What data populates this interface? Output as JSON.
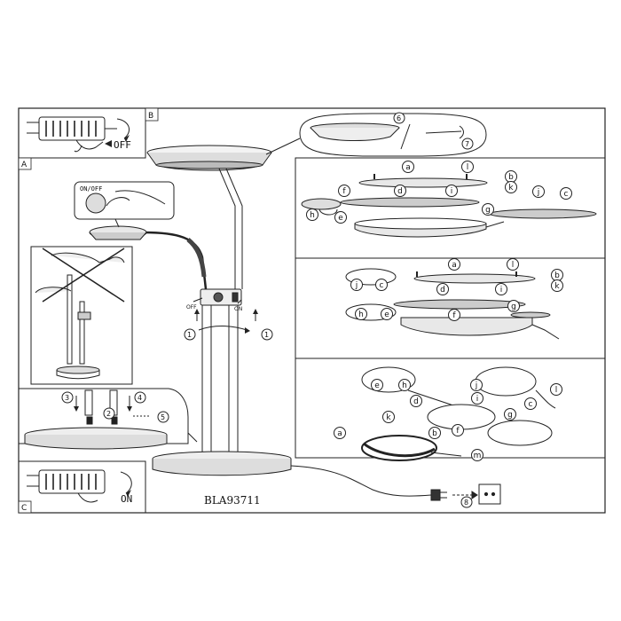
{
  "doc": {
    "model_code": "BLA93711",
    "panel_markers": {
      "top_left": "A",
      "top_right": "B",
      "bottom_left": "C"
    }
  },
  "switch_labels": {
    "off_small": "OFF",
    "on_small": "ON",
    "off_main": "OFF",
    "on_main": "ON",
    "on_off_reading_lamp": "ON/OFF"
  },
  "callouts": {
    "n1": "1",
    "n2": "2",
    "n3": "3",
    "n4": "4",
    "n5": "5",
    "n6": "6",
    "n7": "7",
    "n8": "8"
  },
  "letters": {
    "a": "a",
    "b": "b",
    "c": "c",
    "d": "d",
    "e": "e",
    "f": "f",
    "g": "g",
    "h": "h",
    "i": "i",
    "j": "j",
    "k": "k",
    "l": "l",
    "m": "m"
  }
}
